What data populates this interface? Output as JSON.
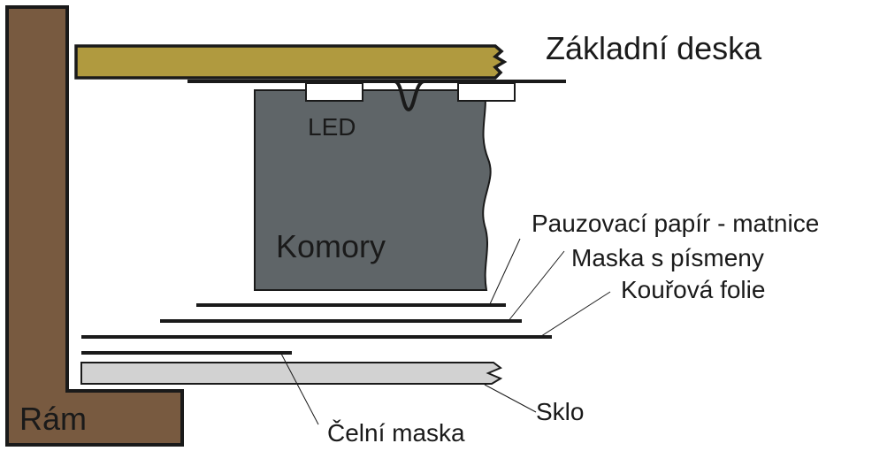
{
  "labels": {
    "base_board": "Základní deska",
    "led": "LED",
    "chambers": "Komory",
    "tracing_paper": "Pauzovací papír - matnice",
    "letter_mask": "Maska s písmeny",
    "smoke_foil": "Kouřová folie",
    "glass": "Sklo",
    "front_mask": "Čelní maska",
    "frame": "Rám"
  },
  "colors": {
    "frame": "#785a40",
    "base_board": "#b09a3f",
    "chambers": "#5f6568",
    "glass": "#d2d2d2",
    "led": "#ffffff",
    "outline": "#1a1a1a"
  }
}
